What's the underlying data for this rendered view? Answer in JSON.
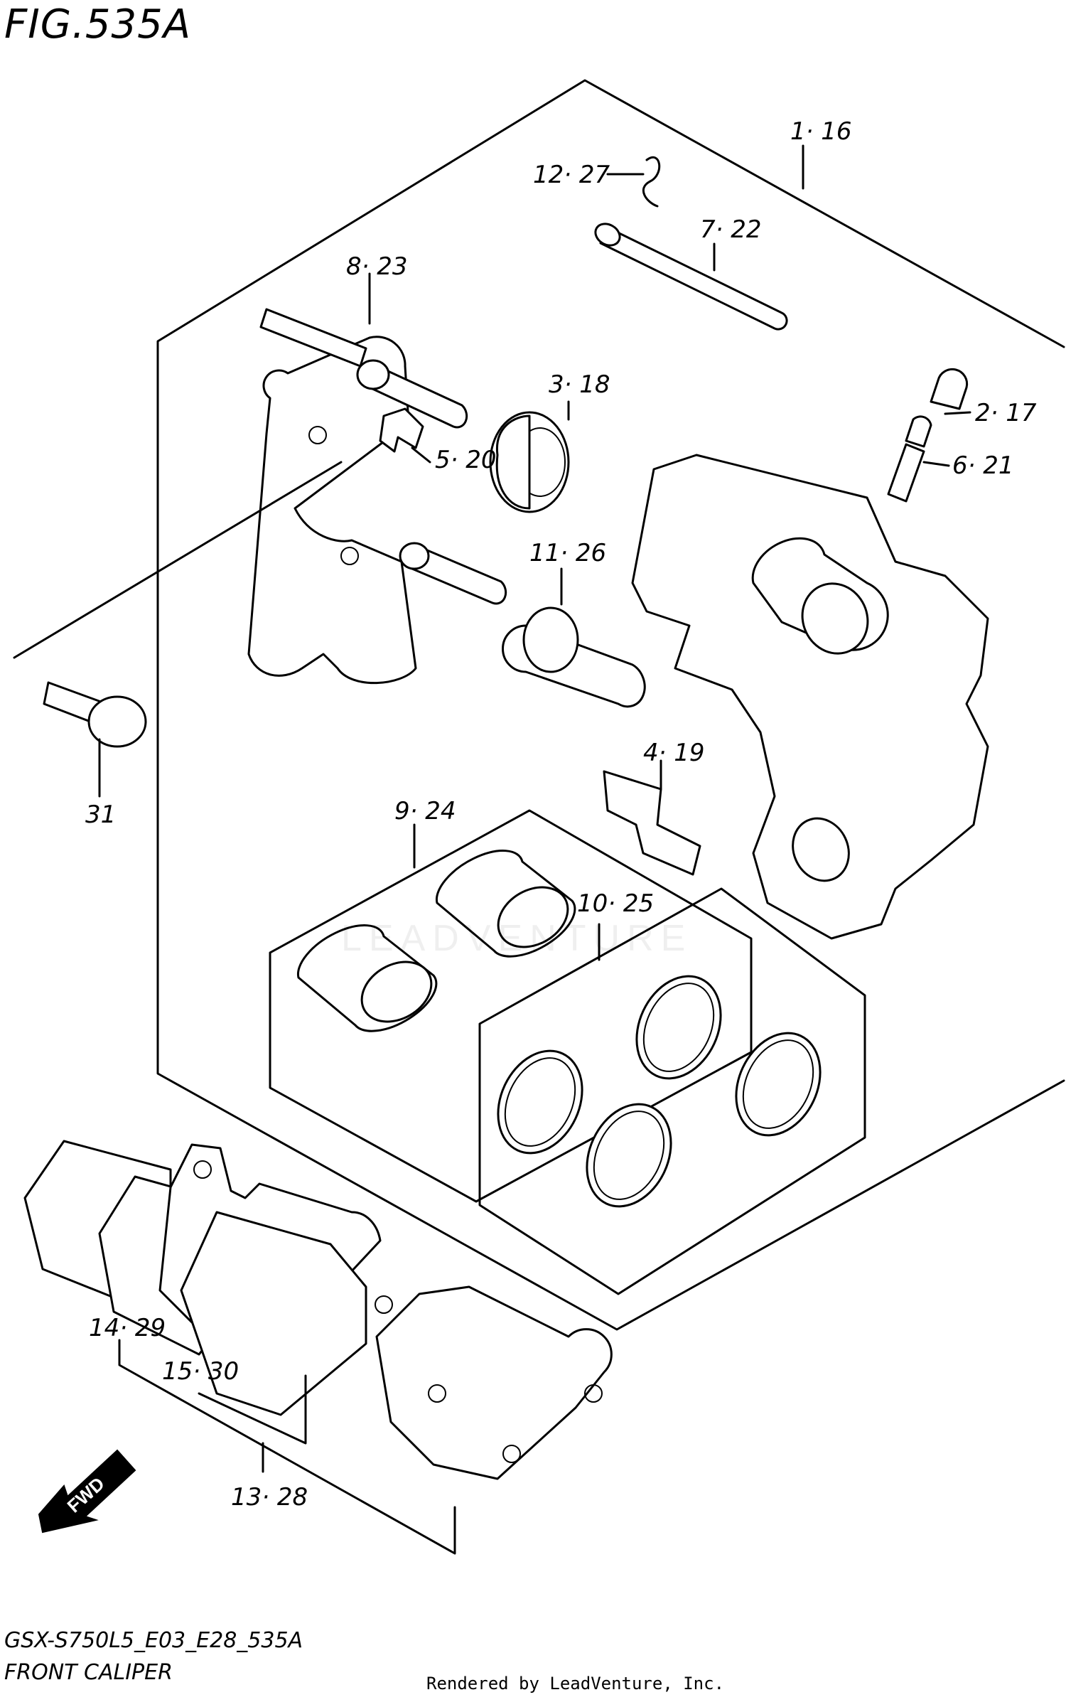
{
  "figure": {
    "number": "FIG.535A"
  },
  "model_code": "GSX-S750L5_E03_E28_535A",
  "title": "FRONT CALIPER",
  "footer": "Rendered by LeadVenture, Inc.",
  "watermark": "LEADVENTURE",
  "direction_marker": "FWD",
  "callouts": [
    {
      "id": "c1",
      "text": "1· 16"
    },
    {
      "id": "c2",
      "text": "12· 27"
    },
    {
      "id": "c3",
      "text": "7· 22"
    },
    {
      "id": "c4",
      "text": "8· 23"
    },
    {
      "id": "c5",
      "text": "3· 18"
    },
    {
      "id": "c6",
      "text": "2· 17"
    },
    {
      "id": "c7",
      "text": "5· 20"
    },
    {
      "id": "c8",
      "text": "6· 21"
    },
    {
      "id": "c9",
      "text": "11· 26"
    },
    {
      "id": "c10",
      "text": "4· 19"
    },
    {
      "id": "c11",
      "text": "31"
    },
    {
      "id": "c12",
      "text": "9· 24"
    },
    {
      "id": "c13",
      "text": "10· 25"
    },
    {
      "id": "c14",
      "text": "14· 29"
    },
    {
      "id": "c15",
      "text": "15· 30"
    },
    {
      "id": "c16",
      "text": "13· 28"
    }
  ]
}
